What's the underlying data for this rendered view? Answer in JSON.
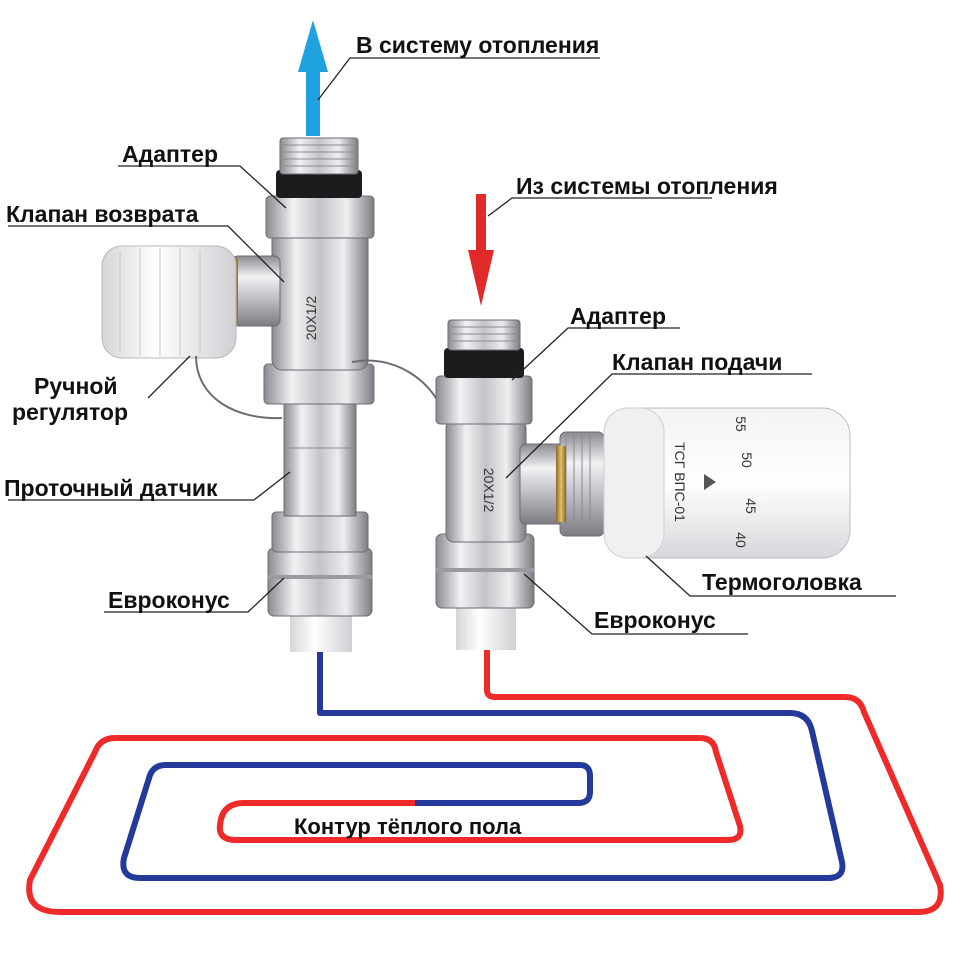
{
  "labels": {
    "to_system": "В систему отопления",
    "from_system": "Из системы отопления",
    "adapter_left": "Адаптер",
    "return_valve": "Клапан возврата",
    "manual_regulator_1": "Ручной",
    "manual_regulator_2": "регулятор",
    "flow_sensor": "Проточный датчик",
    "euroconus_left": "Евроконус",
    "adapter_right": "Адаптер",
    "supply_valve": "Клапан подачи",
    "thermohead": "Термоголовка",
    "euroconus_right": "Евроконус",
    "floor_circuit": "Контур тёплого пола"
  },
  "dial": {
    "brand": "ТСГ ВПС-01",
    "marks": [
      "55",
      "50",
      "45",
      "40"
    ]
  },
  "body_marks": {
    "left_tee": "20X1/2",
    "right_tee": "20X1/2"
  },
  "colors": {
    "hot": "#ee2a2a",
    "cold": "#233a9a",
    "arrow_up": "#1fa3e0",
    "arrow_down": "#e02a2a",
    "metal_light": "#e4e4e6",
    "metal_dark": "#8a8a90",
    "brass": "#c9a24a"
  }
}
